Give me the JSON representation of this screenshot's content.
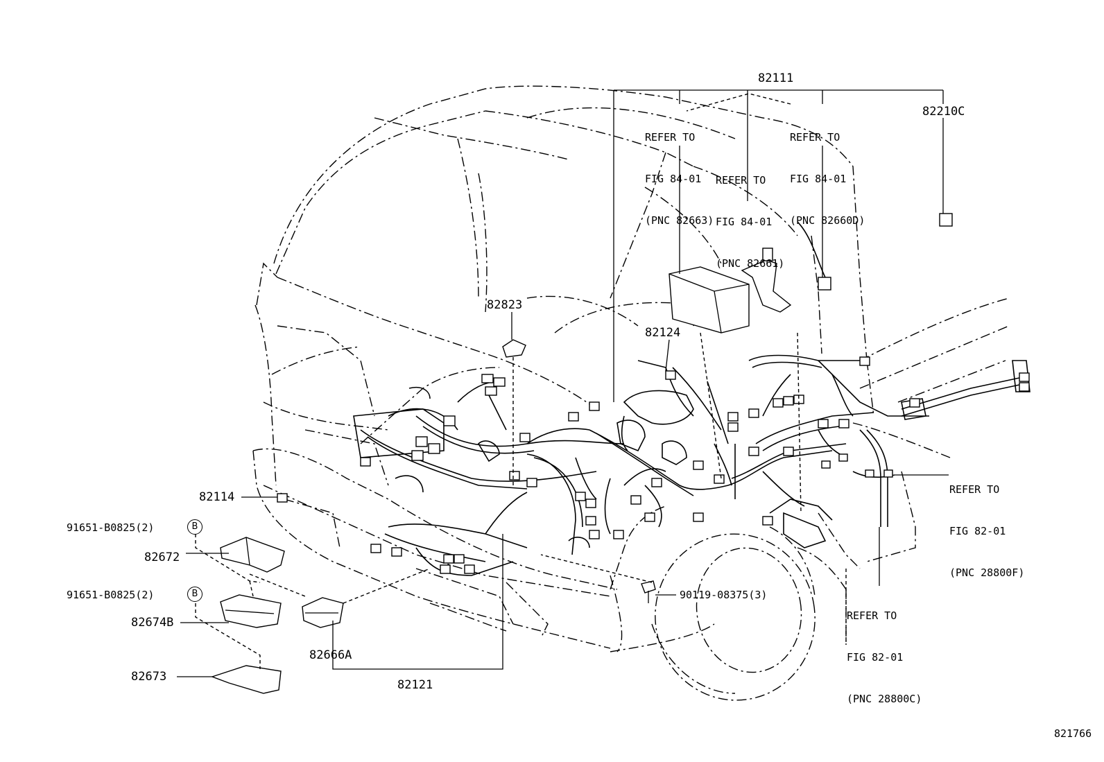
{
  "diagram": {
    "figure_number": "821766",
    "part_labels": {
      "p82111": "82111",
      "p82210C": "82210C",
      "p82823": "82823",
      "p82124": "82124",
      "p82114": "82114",
      "p91651_a": "91651-B0825(2)",
      "p82672": "82672",
      "p91651_b": "91651-B0825(2)",
      "p82674B": "82674B",
      "p82673": "82673",
      "p82666A": "82666A",
      "p82121": "82121",
      "p90119": "90119-08375(3)"
    },
    "badges": {
      "b1": "B",
      "b2": "B"
    },
    "references": [
      {
        "line1": "REFER TO",
        "line2": "FIG 84-01",
        "line3": "(PNC 82663)"
      },
      {
        "line1": "REFER TO",
        "line2": "FIG 84-01",
        "line3": "(PNC 82660D)"
      },
      {
        "line1": "REFER TO",
        "line2": "FIG 84-01",
        "line3": "(PNC 82661)"
      },
      {
        "line1": "REFER TO",
        "line2": "FIG 82-01",
        "line3": "(PNC 28800F)"
      },
      {
        "line1": "REFER TO",
        "line2": "FIG 82-01",
        "line3": "(PNC 28800C)"
      }
    ]
  }
}
